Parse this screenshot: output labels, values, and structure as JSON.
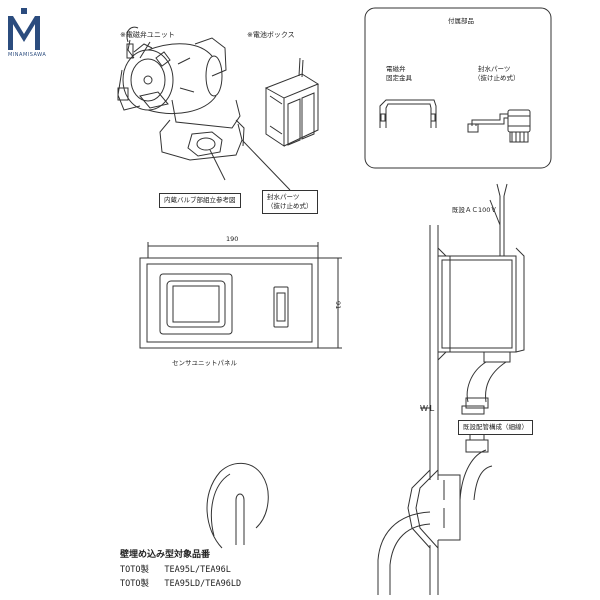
{
  "brand": {
    "name": "MINAMISAWA",
    "logo_color": "#2b4c7e"
  },
  "labels": {
    "solenoid_unit": "※電磁弁ユニット",
    "battery_box": "※電池ボックス",
    "accessories_title": "付属部品",
    "solenoid_bracket_line1": "電磁弁",
    "solenoid_bracket_line2": "固定金具",
    "seal_parts_line1": "封水パーツ",
    "seal_parts_line2": "（抜け止め式）",
    "valve_assembly_ref": "内蔵バルブ部組立参考図",
    "seal_callout_line1": "封水パーツ",
    "seal_callout_line2": "（抜け止め式）",
    "dimension_width": "190",
    "dimension_height": "91",
    "sensor_panel": "センサユニットパネル",
    "ac_power": "既設ＡＣ100Ｖ",
    "water_line": "ＷＬ",
    "existing_piping": "既設配管構成（細線）"
  },
  "products": {
    "heading": "壁埋め込み型対象品番",
    "lines": [
      {
        "maker": "TOTO製",
        "models": "TEA95L/TEA96L"
      },
      {
        "maker": "TOTO製",
        "models": "TEA95LD/TEA96LD"
      }
    ]
  }
}
